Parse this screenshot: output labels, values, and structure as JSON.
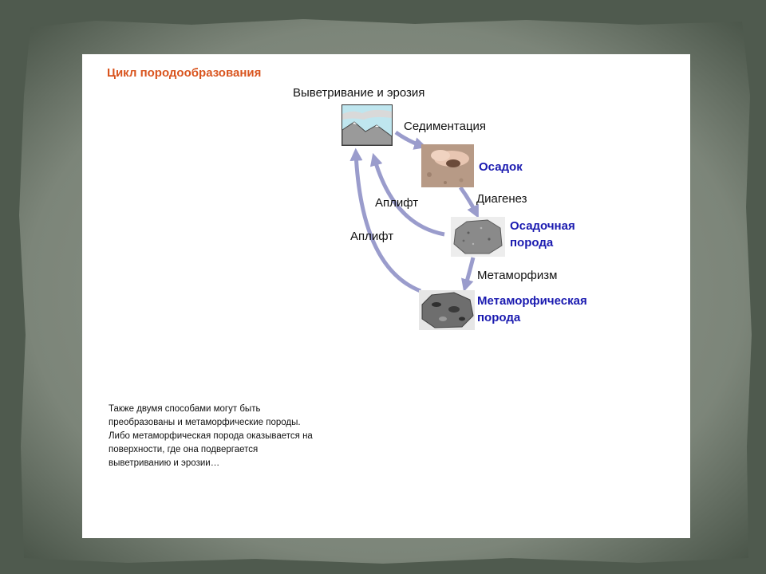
{
  "slide": {
    "title": "Цикл породообразования",
    "process_labels": {
      "weathering": "Выветривание и эрозия",
      "sedimentation": "Седиментация",
      "diagenesis": "Диагенез",
      "uplift_inner": "Аплифт",
      "uplift_outer": "Аплифт",
      "metamorphism": "Метаморфизм"
    },
    "rock_labels": {
      "sediment": "Осадок",
      "sedimentary_line1": "Осадочная",
      "sedimentary_line2": "порода",
      "metamorphic_line1": "Метаморфическая",
      "metamorphic_line2": "порода"
    },
    "description_lines": [
      "Также двумя способами могут быть",
      "преобразованы и метаморфические породы.",
      "Либо метаморфическая порода оказывается на",
      "поверхности, где она подвергается",
      "выветриванию и эрозии…"
    ]
  },
  "colors": {
    "title": "#d9541e",
    "rock_label": "#1a1ab0",
    "arrow": "#9a9ccc",
    "background": "#4f5a4e",
    "slide": "#ffffff"
  },
  "icons": [
    "mountain-landscape-icon",
    "hands-sediment-photo",
    "sedimentary-rock-photo",
    "metamorphic-rock-photo"
  ]
}
